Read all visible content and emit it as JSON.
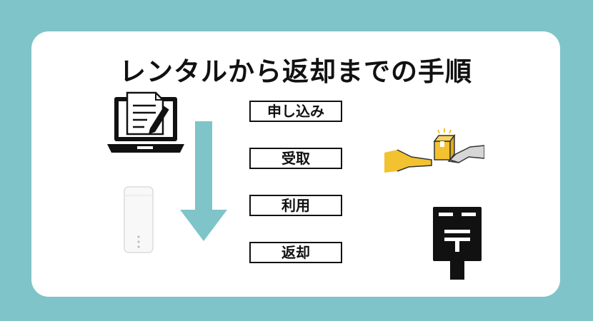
{
  "title": "レンタルから返却までの手順",
  "steps": [
    {
      "label": "申し込み"
    },
    {
      "label": "受取"
    },
    {
      "label": "利用"
    },
    {
      "label": "返却"
    }
  ],
  "colors": {
    "background": "#7fc4c8",
    "card": "#ffffff",
    "arrow": "#7fc4c8",
    "text": "#111111",
    "box": "#f2c230"
  },
  "icons": [
    "laptop-application-icon",
    "router-device-icon",
    "package-handover-icon",
    "post-box-icon"
  ]
}
